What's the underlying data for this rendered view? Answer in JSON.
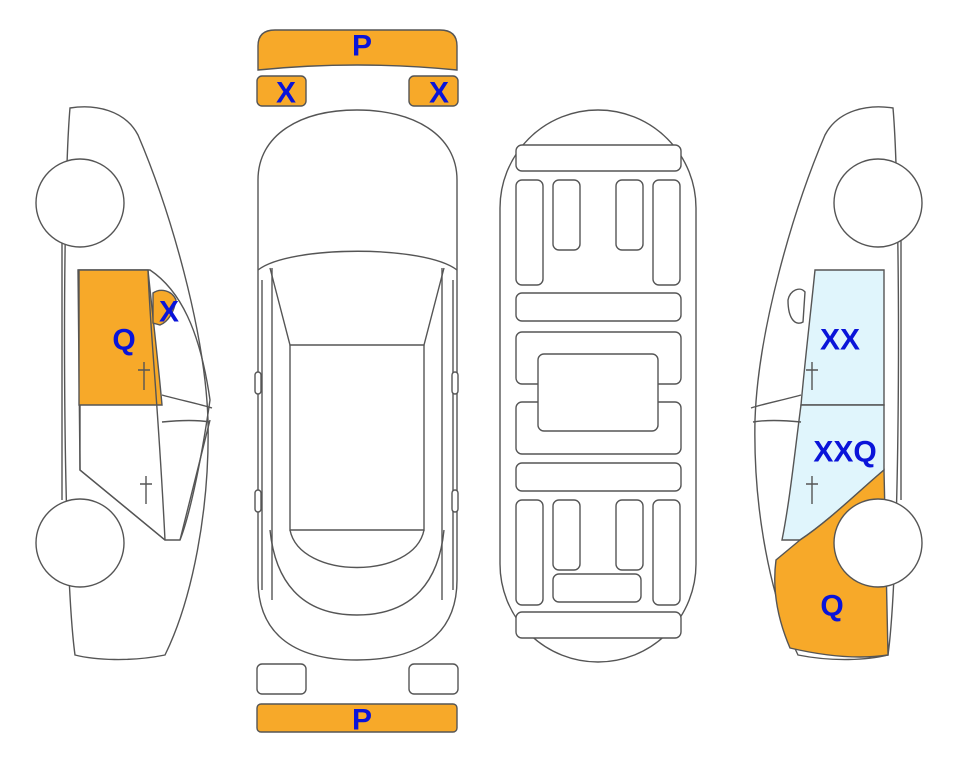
{
  "colors": {
    "damage_orange": "#F7A929",
    "damage_light_blue": "#E0F5FC",
    "label_blue": "#0A14D9",
    "outline": "#555555"
  },
  "labels": {
    "front_bumper": "P",
    "front_left_headlight": "X",
    "front_right_headlight": "X",
    "rear_bumper": "P",
    "left_front_door": "Q",
    "left_mirror": "X",
    "right_front_door": "XX",
    "right_rear_door": "XXQ",
    "right_rear_quarter": "Q"
  }
}
